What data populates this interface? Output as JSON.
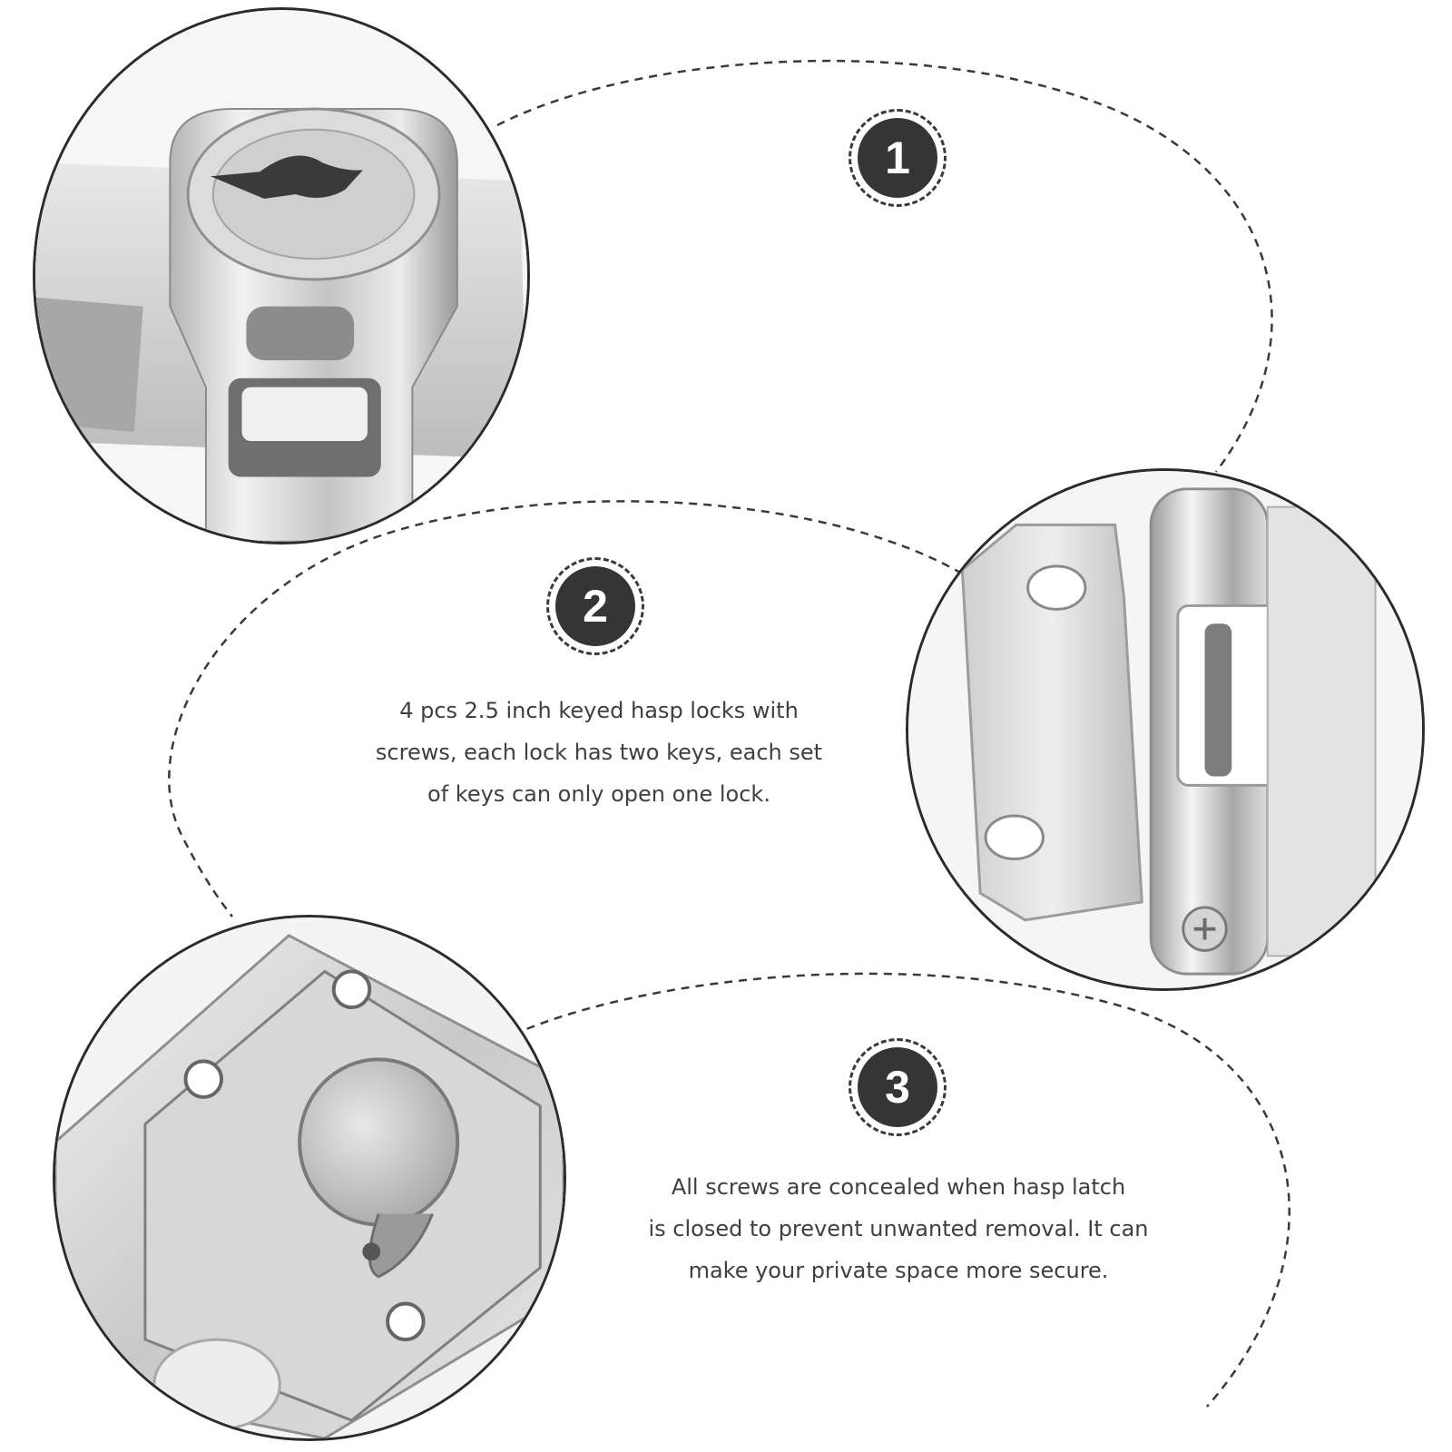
{
  "features": [
    {
      "number": "1",
      "lines": []
    },
    {
      "number": "2",
      "lines": [
        "4 pcs 2.5 inch keyed hasp locks with",
        "screws, each lock has two keys, each set",
        "of keys can only open one lock."
      ]
    },
    {
      "number": "3",
      "lines": [
        "All screws are concealed when hasp latch",
        "is closed to prevent unwanted removal.  It can",
        "make your private space more secure."
      ]
    }
  ],
  "photos": [
    {
      "subject": "key-cylinder-closeup"
    },
    {
      "subject": "hinge-plate-closeup"
    },
    {
      "subject": "lock-body-back-closeup"
    }
  ],
  "colors": {
    "badge_fill": "#353535",
    "badge_text": "#ffffff",
    "caption_text": "#3f3f3f",
    "dashed_line": "#3a3a3a",
    "metal_light": "#e9e9e9",
    "metal_dark": "#8c8c8c"
  }
}
